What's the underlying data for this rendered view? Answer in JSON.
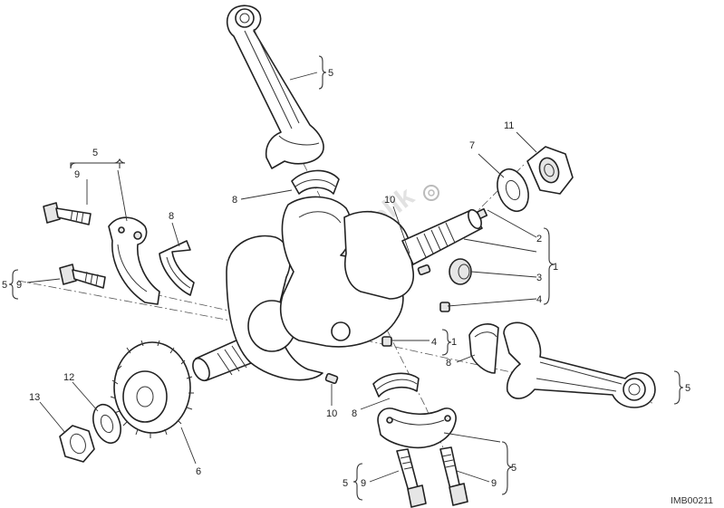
{
  "diagram": {
    "reference_code": "IMB00211",
    "watermark": "PartsRepublik",
    "callouts": [
      {
        "id": "c-5-rod-top",
        "text": "5"
      },
      {
        "id": "c-11",
        "text": "11"
      },
      {
        "id": "c-7",
        "text": "7"
      },
      {
        "id": "c-10-top",
        "text": "10"
      },
      {
        "id": "c-5-left",
        "text": "5"
      },
      {
        "id": "c-9-left-top",
        "text": "9"
      },
      {
        "id": "c-8-left",
        "text": "8"
      },
      {
        "id": "c-8-top",
        "text": "8"
      },
      {
        "id": "c-2",
        "text": "2"
      },
      {
        "id": "c-1-right",
        "text": "1"
      },
      {
        "id": "c-3",
        "text": "3"
      },
      {
        "id": "c-4-right",
        "text": "4"
      },
      {
        "id": "c-5-left-mid",
        "text": "5"
      },
      {
        "id": "c-9-left-mid",
        "text": "9"
      },
      {
        "id": "c-4-mid",
        "text": "4"
      },
      {
        "id": "c-1-mid",
        "text": "1"
      },
      {
        "id": "c-8-right",
        "text": "8"
      },
      {
        "id": "c-5-rod-right",
        "text": "5"
      },
      {
        "id": "c-12",
        "text": "12"
      },
      {
        "id": "c-13",
        "text": "13"
      },
      {
        "id": "c-10-bottom",
        "text": "10"
      },
      {
        "id": "c-8-bottom",
        "text": "8"
      },
      {
        "id": "c-6",
        "text": "6"
      },
      {
        "id": "c-5-bottom-right",
        "text": "5"
      },
      {
        "id": "c-5-bottom-left",
        "text": "5"
      },
      {
        "id": "c-9-bottom-left",
        "text": "9"
      },
      {
        "id": "c-9-bottom-right",
        "text": "9"
      }
    ]
  }
}
